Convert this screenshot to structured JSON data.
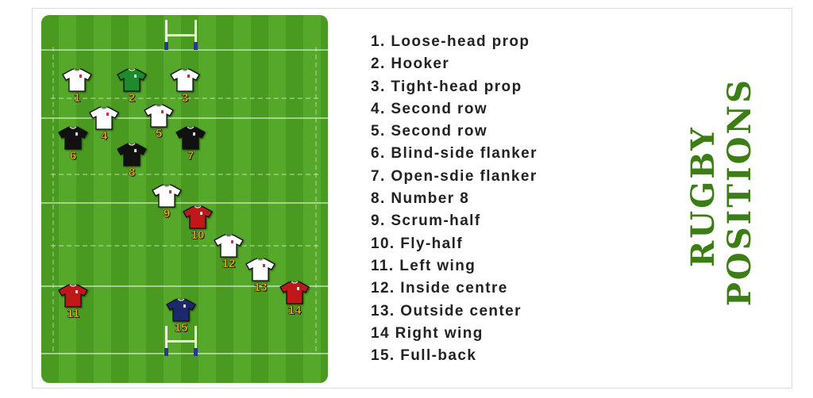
{
  "title": {
    "line1": "RUGBY",
    "line2": "POSITIONS",
    "color": "#3d7d16"
  },
  "players": [
    {
      "number": "1",
      "color": "#ffffff"
    },
    {
      "number": "2",
      "color": "#1e8a2e"
    },
    {
      "number": "3",
      "color": "#ffffff"
    },
    {
      "number": "4",
      "color": "#ffffff"
    },
    {
      "number": "5",
      "color": "#ffffff"
    },
    {
      "number": "6",
      "color": "#111111"
    },
    {
      "number": "7",
      "color": "#111111"
    },
    {
      "number": "8",
      "color": "#111111"
    },
    {
      "number": "9",
      "color": "#ffffff"
    },
    {
      "number": "10",
      "color": "#c01818"
    },
    {
      "number": "11",
      "color": "#c01818"
    },
    {
      "number": "12",
      "color": "#ffffff"
    },
    {
      "number": "13",
      "color": "#ffffff"
    },
    {
      "number": "14",
      "color": "#c01818"
    },
    {
      "number": "15",
      "color": "#1a2a6a"
    }
  ],
  "positions": [
    "1.  Loose-head prop",
    "2.  Hooker",
    "3.  Tight-head prop",
    "4.  Second row",
    "5.  Second row",
    "6.  Blind-side flanker",
    "7.  Open-sdie flanker",
    "8.  Number 8",
    "9.  Scrum-half",
    "10. Fly-half",
    "11. Left wing",
    "12. Inside centre",
    "13. Outside center",
    "14  Right wing",
    "15. Full-back"
  ]
}
